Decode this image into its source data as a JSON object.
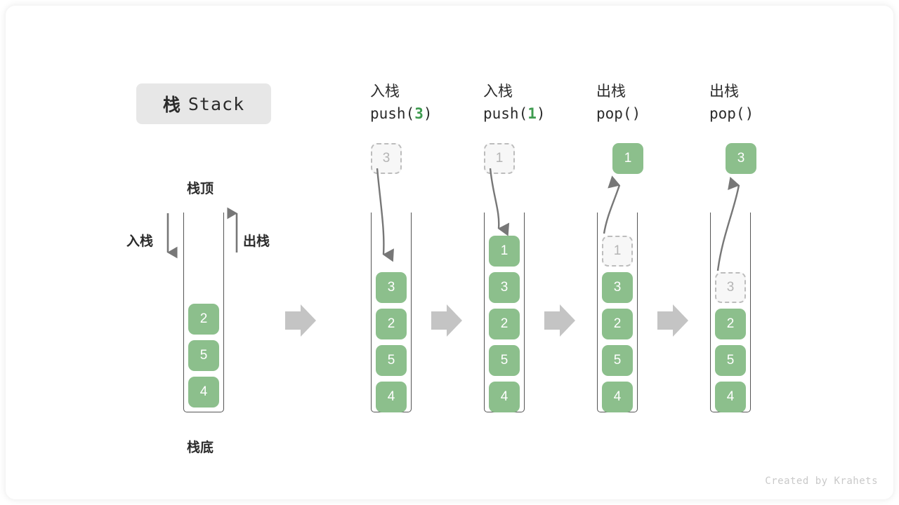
{
  "title": {
    "cn": "栈",
    "en": "Stack"
  },
  "labels": {
    "top": "栈顶",
    "bottom": "栈底",
    "push": "入栈",
    "pop": "出栈"
  },
  "colors": {
    "element": "#8cbf8c",
    "ghost_fill": "#f7f7f7",
    "ghost_border": "#bdbdbd",
    "arrow": "#777777",
    "step_arrow": "#c4c4c4",
    "badge_bg": "#e7e7e7",
    "accent_green": "#3e9b4f",
    "text": "#2b2b2b"
  },
  "initial_stack": {
    "label_top": "栈顶",
    "label_bottom": "栈底",
    "cells": [
      "2",
      "5",
      "4"
    ]
  },
  "steps": [
    {
      "id": "push-3",
      "head_cn": "入栈",
      "head_code_prefix": "push(",
      "head_code_arg": "3",
      "head_code_suffix": ")",
      "operation": "push",
      "floating": {
        "value": "3",
        "style": "ghost"
      },
      "cells": [
        {
          "value": "3",
          "style": "filled"
        },
        {
          "value": "2",
          "style": "filled"
        },
        {
          "value": "5",
          "style": "filled"
        },
        {
          "value": "4",
          "style": "filled"
        }
      ]
    },
    {
      "id": "push-1",
      "head_cn": "入栈",
      "head_code_prefix": "push(",
      "head_code_arg": "1",
      "head_code_suffix": ")",
      "operation": "push",
      "floating": {
        "value": "1",
        "style": "ghost"
      },
      "cells": [
        {
          "value": "1",
          "style": "filled"
        },
        {
          "value": "3",
          "style": "filled"
        },
        {
          "value": "2",
          "style": "filled"
        },
        {
          "value": "5",
          "style": "filled"
        },
        {
          "value": "4",
          "style": "filled"
        }
      ]
    },
    {
      "id": "pop-1",
      "head_cn": "出栈",
      "head_code_prefix": "pop(",
      "head_code_arg": "",
      "head_code_suffix": ")",
      "operation": "pop",
      "floating": {
        "value": "1",
        "style": "filled"
      },
      "cells": [
        {
          "value": "1",
          "style": "ghost"
        },
        {
          "value": "3",
          "style": "filled"
        },
        {
          "value": "2",
          "style": "filled"
        },
        {
          "value": "5",
          "style": "filled"
        },
        {
          "value": "4",
          "style": "filled"
        }
      ]
    },
    {
      "id": "pop-2",
      "head_cn": "出栈",
      "head_code_prefix": "pop(",
      "head_code_arg": "",
      "head_code_suffix": ")",
      "operation": "pop",
      "floating": {
        "value": "3",
        "style": "filled"
      },
      "cells": [
        {
          "value": "3",
          "style": "ghost"
        },
        {
          "value": "2",
          "style": "filled"
        },
        {
          "value": "5",
          "style": "filled"
        },
        {
          "value": "4",
          "style": "filled"
        }
      ]
    }
  ],
  "credit": "Created by Krahets"
}
